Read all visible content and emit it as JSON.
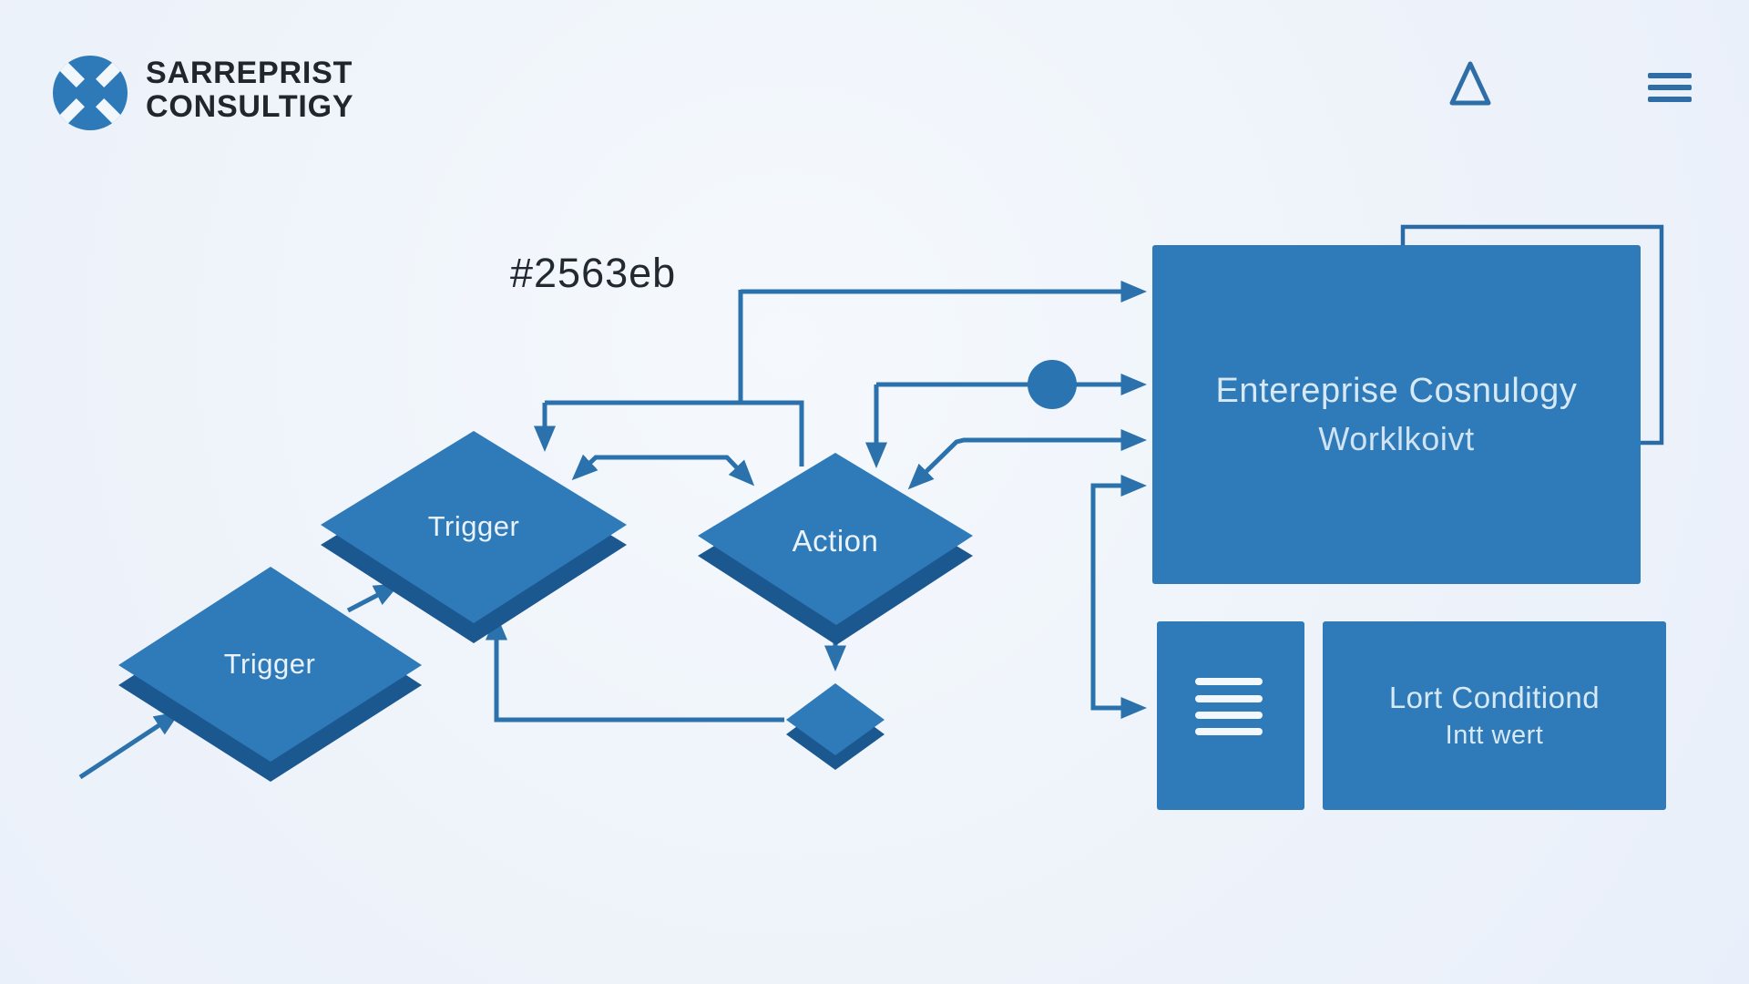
{
  "brand": {
    "name_line1": "SARREPRIST",
    "name_line2": "CONSULTIGY",
    "logo_icon": "x-cross-circle-icon"
  },
  "header": {
    "triangle_icon": "triangle-icon",
    "menu_icon": "hamburger-menu-icon"
  },
  "annotation": {
    "color_hex_label": "#2563eb"
  },
  "diagram": {
    "trigger1_label": "Trigger",
    "trigger2_label": "Trigger",
    "action_label": "Action",
    "main_box": {
      "title": "Entereprise Cosnulogy",
      "subtitle": "Worklkoivt"
    },
    "list_box_icon": "list-lines-icon",
    "detail_box": {
      "title": "Lort Conditiond",
      "subtitle": "Intt wert"
    }
  },
  "colors": {
    "background": "#eef3fa",
    "node_fill": "#2f7ab8",
    "node_depth": "#1c5890",
    "connector": "#2b71ac",
    "node_text": "#d8e9f6",
    "heading_text": "#21262d",
    "annotation_text": "#232931"
  }
}
